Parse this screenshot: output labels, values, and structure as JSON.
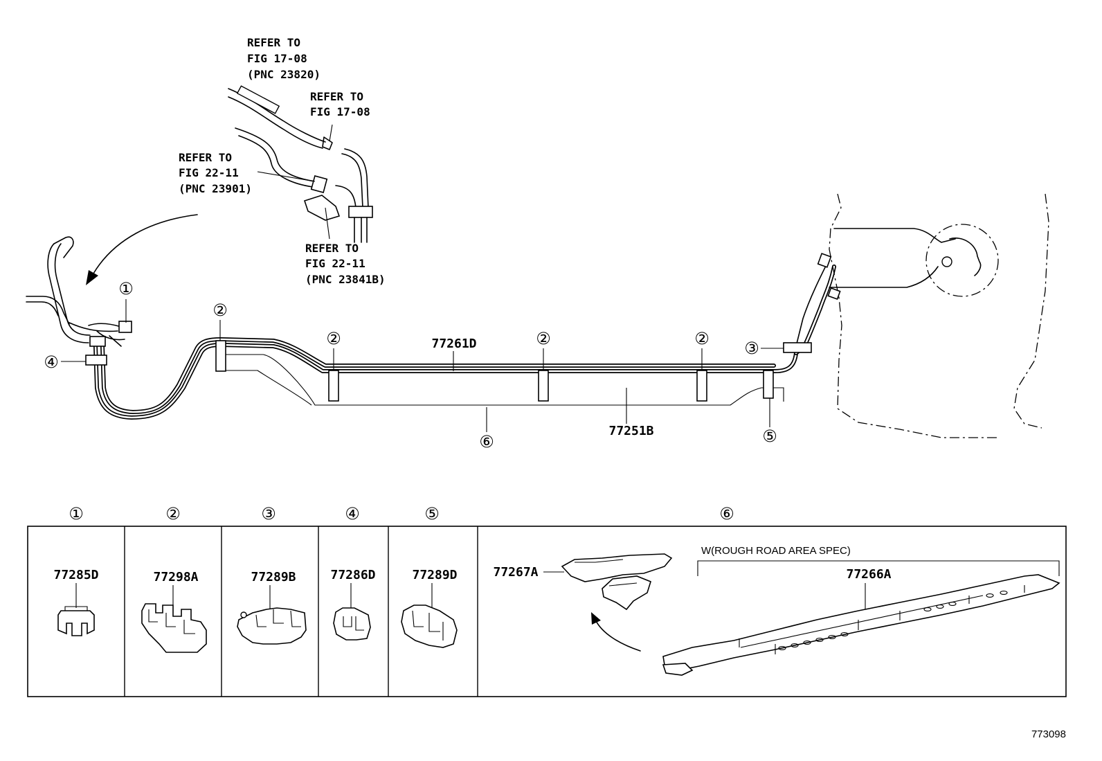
{
  "refs": {
    "fig17_08_a": [
      "REFER TO",
      "FIG 17-08",
      "(PNC 23820)"
    ],
    "fig17_08_b": [
      "REFER TO",
      "FIG 17-08"
    ],
    "fig22_11_a": [
      "REFER TO",
      "FIG 22-11",
      "(PNC 23901)"
    ],
    "fig22_11_b": [
      "REFER TO",
      "FIG 22-11",
      "(PNC 23841B)"
    ]
  },
  "parts": {
    "upper_tube": "77261D",
    "lower_tube": "77251B"
  },
  "callouts": {
    "c1": "①",
    "c2": "②",
    "c3": "③",
    "c4": "④",
    "c5": "⑤",
    "c6": "⑥"
  },
  "legend": {
    "headers": [
      "①",
      "②",
      "③",
      "④",
      "⑤",
      "⑥"
    ],
    "cells": [
      {
        "part": "77285D"
      },
      {
        "part": "77298A"
      },
      {
        "part": "77289B"
      },
      {
        "part": "77286D"
      },
      {
        "part": "77289D"
      }
    ],
    "cell6": {
      "part_left": "77267A",
      "note": "W(ROUGH ROAD AREA SPEC)",
      "part_right": "77266A"
    }
  },
  "figure_number": "773098"
}
